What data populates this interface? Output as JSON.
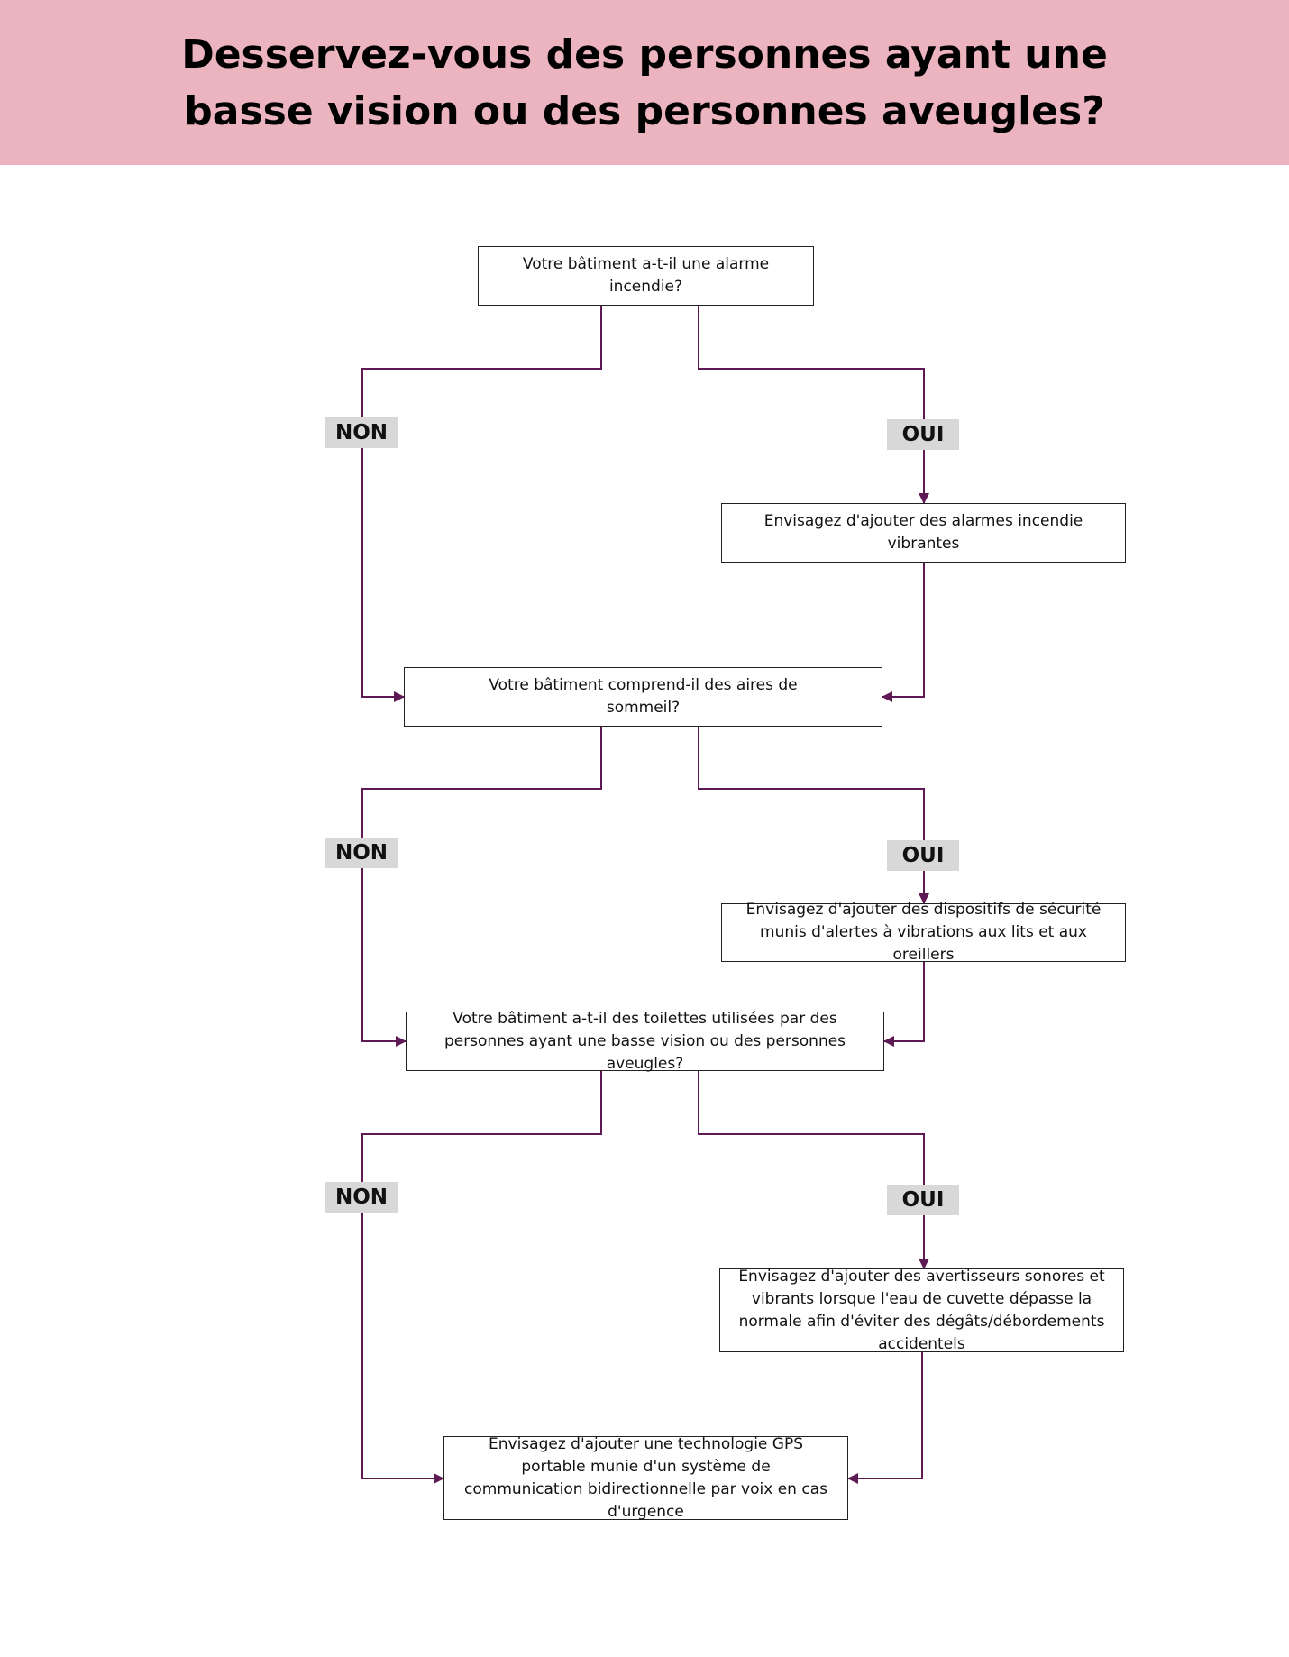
{
  "header": {
    "title": "Desservez-vous des personnes ayant une\nbasse vision ou des personnes aveugles?"
  },
  "colors": {
    "header_bg": "#ecb4bf",
    "connector": "#5e1a54",
    "tag_bg": "#d8d8d8"
  },
  "flowchart": {
    "q1": "Votre bâtiment a-t-il une alarme incendie?",
    "q1_no": "NON",
    "q1_yes": "OUI",
    "a1": "Envisagez d'ajouter des alarmes incendie vibrantes",
    "q2": "Votre bâtiment comprend-il des aires de sommeil?",
    "q2_no": "NON",
    "q2_yes": "OUI",
    "a2": "Envisagez d'ajouter des dispositifs de sécurité munis d'alertes à vibrations aux lits et aux oreillers",
    "q3": "Votre bâtiment a-t-il des toilettes utilisées par des personnes ayant une basse vision ou des personnes aveugles?",
    "q3_no": "NON",
    "q3_yes": "OUI",
    "a3": "Envisagez d'ajouter des avertisseurs sonores et vibrants lorsque l'eau de cuvette dépasse la normale afin d'éviter des dégâts/débordements accidentels",
    "a4": "Envisagez d'ajouter une technologie GPS portable munie d'un système de communication bidirectionnelle par voix en cas d'urgence"
  }
}
